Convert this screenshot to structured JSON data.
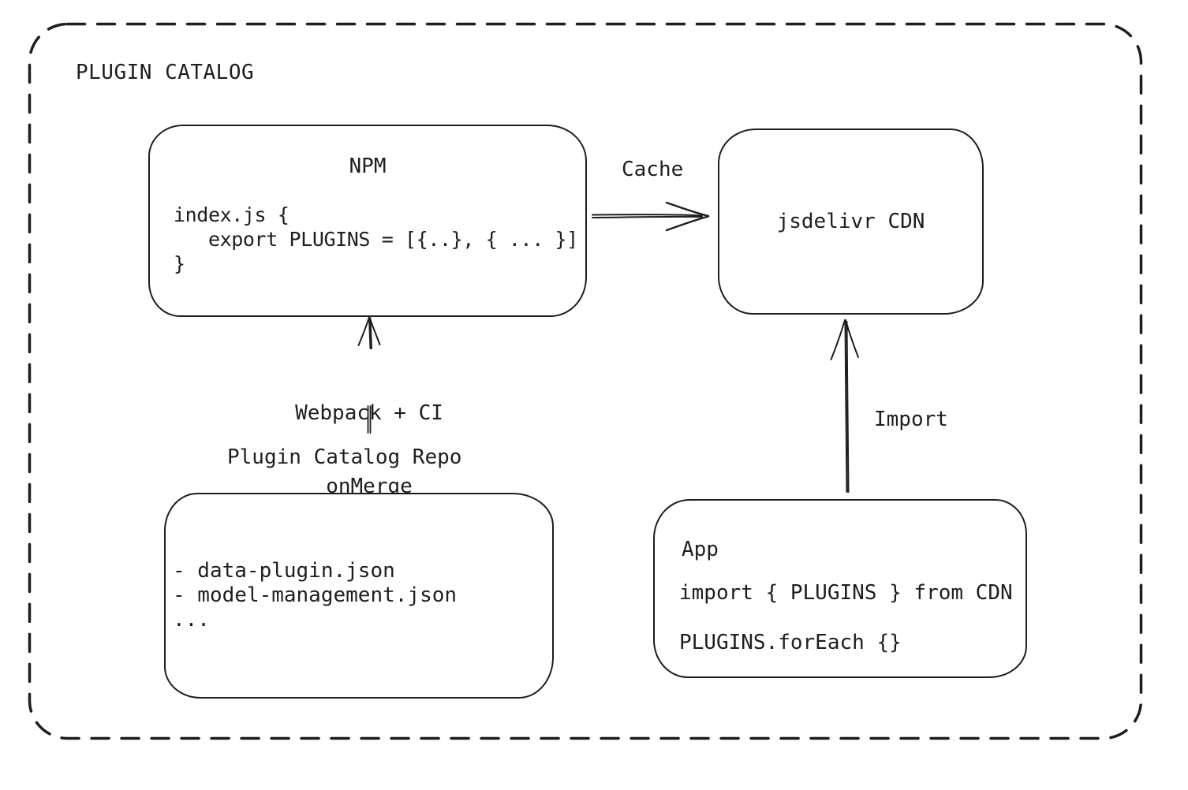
{
  "diagram": {
    "title": "PLUGIN CATALOG",
    "nodes": {
      "npm": {
        "title": "NPM",
        "code": [
          "index.js {",
          "   export PLUGINS = [{..}, { ... }]",
          "}"
        ]
      },
      "cdn": {
        "label": "jsdelivr CDN"
      },
      "repo": {
        "title": "Plugin Catalog Repo",
        "files": [
          "- data-plugin.json",
          "- model-management.json",
          "..."
        ]
      },
      "app": {
        "title": "App",
        "code": [
          "import { PLUGINS } from CDN",
          "PLUGINS.forEach {}"
        ]
      }
    },
    "edges": {
      "cache": {
        "label": "Cache"
      },
      "build": {
        "label": "Webpack + CI",
        "sublabel": "onMerge"
      },
      "import": {
        "label": "Import"
      }
    },
    "colors": {
      "stroke": "#1e1e1e",
      "background": "#ffffff"
    }
  }
}
